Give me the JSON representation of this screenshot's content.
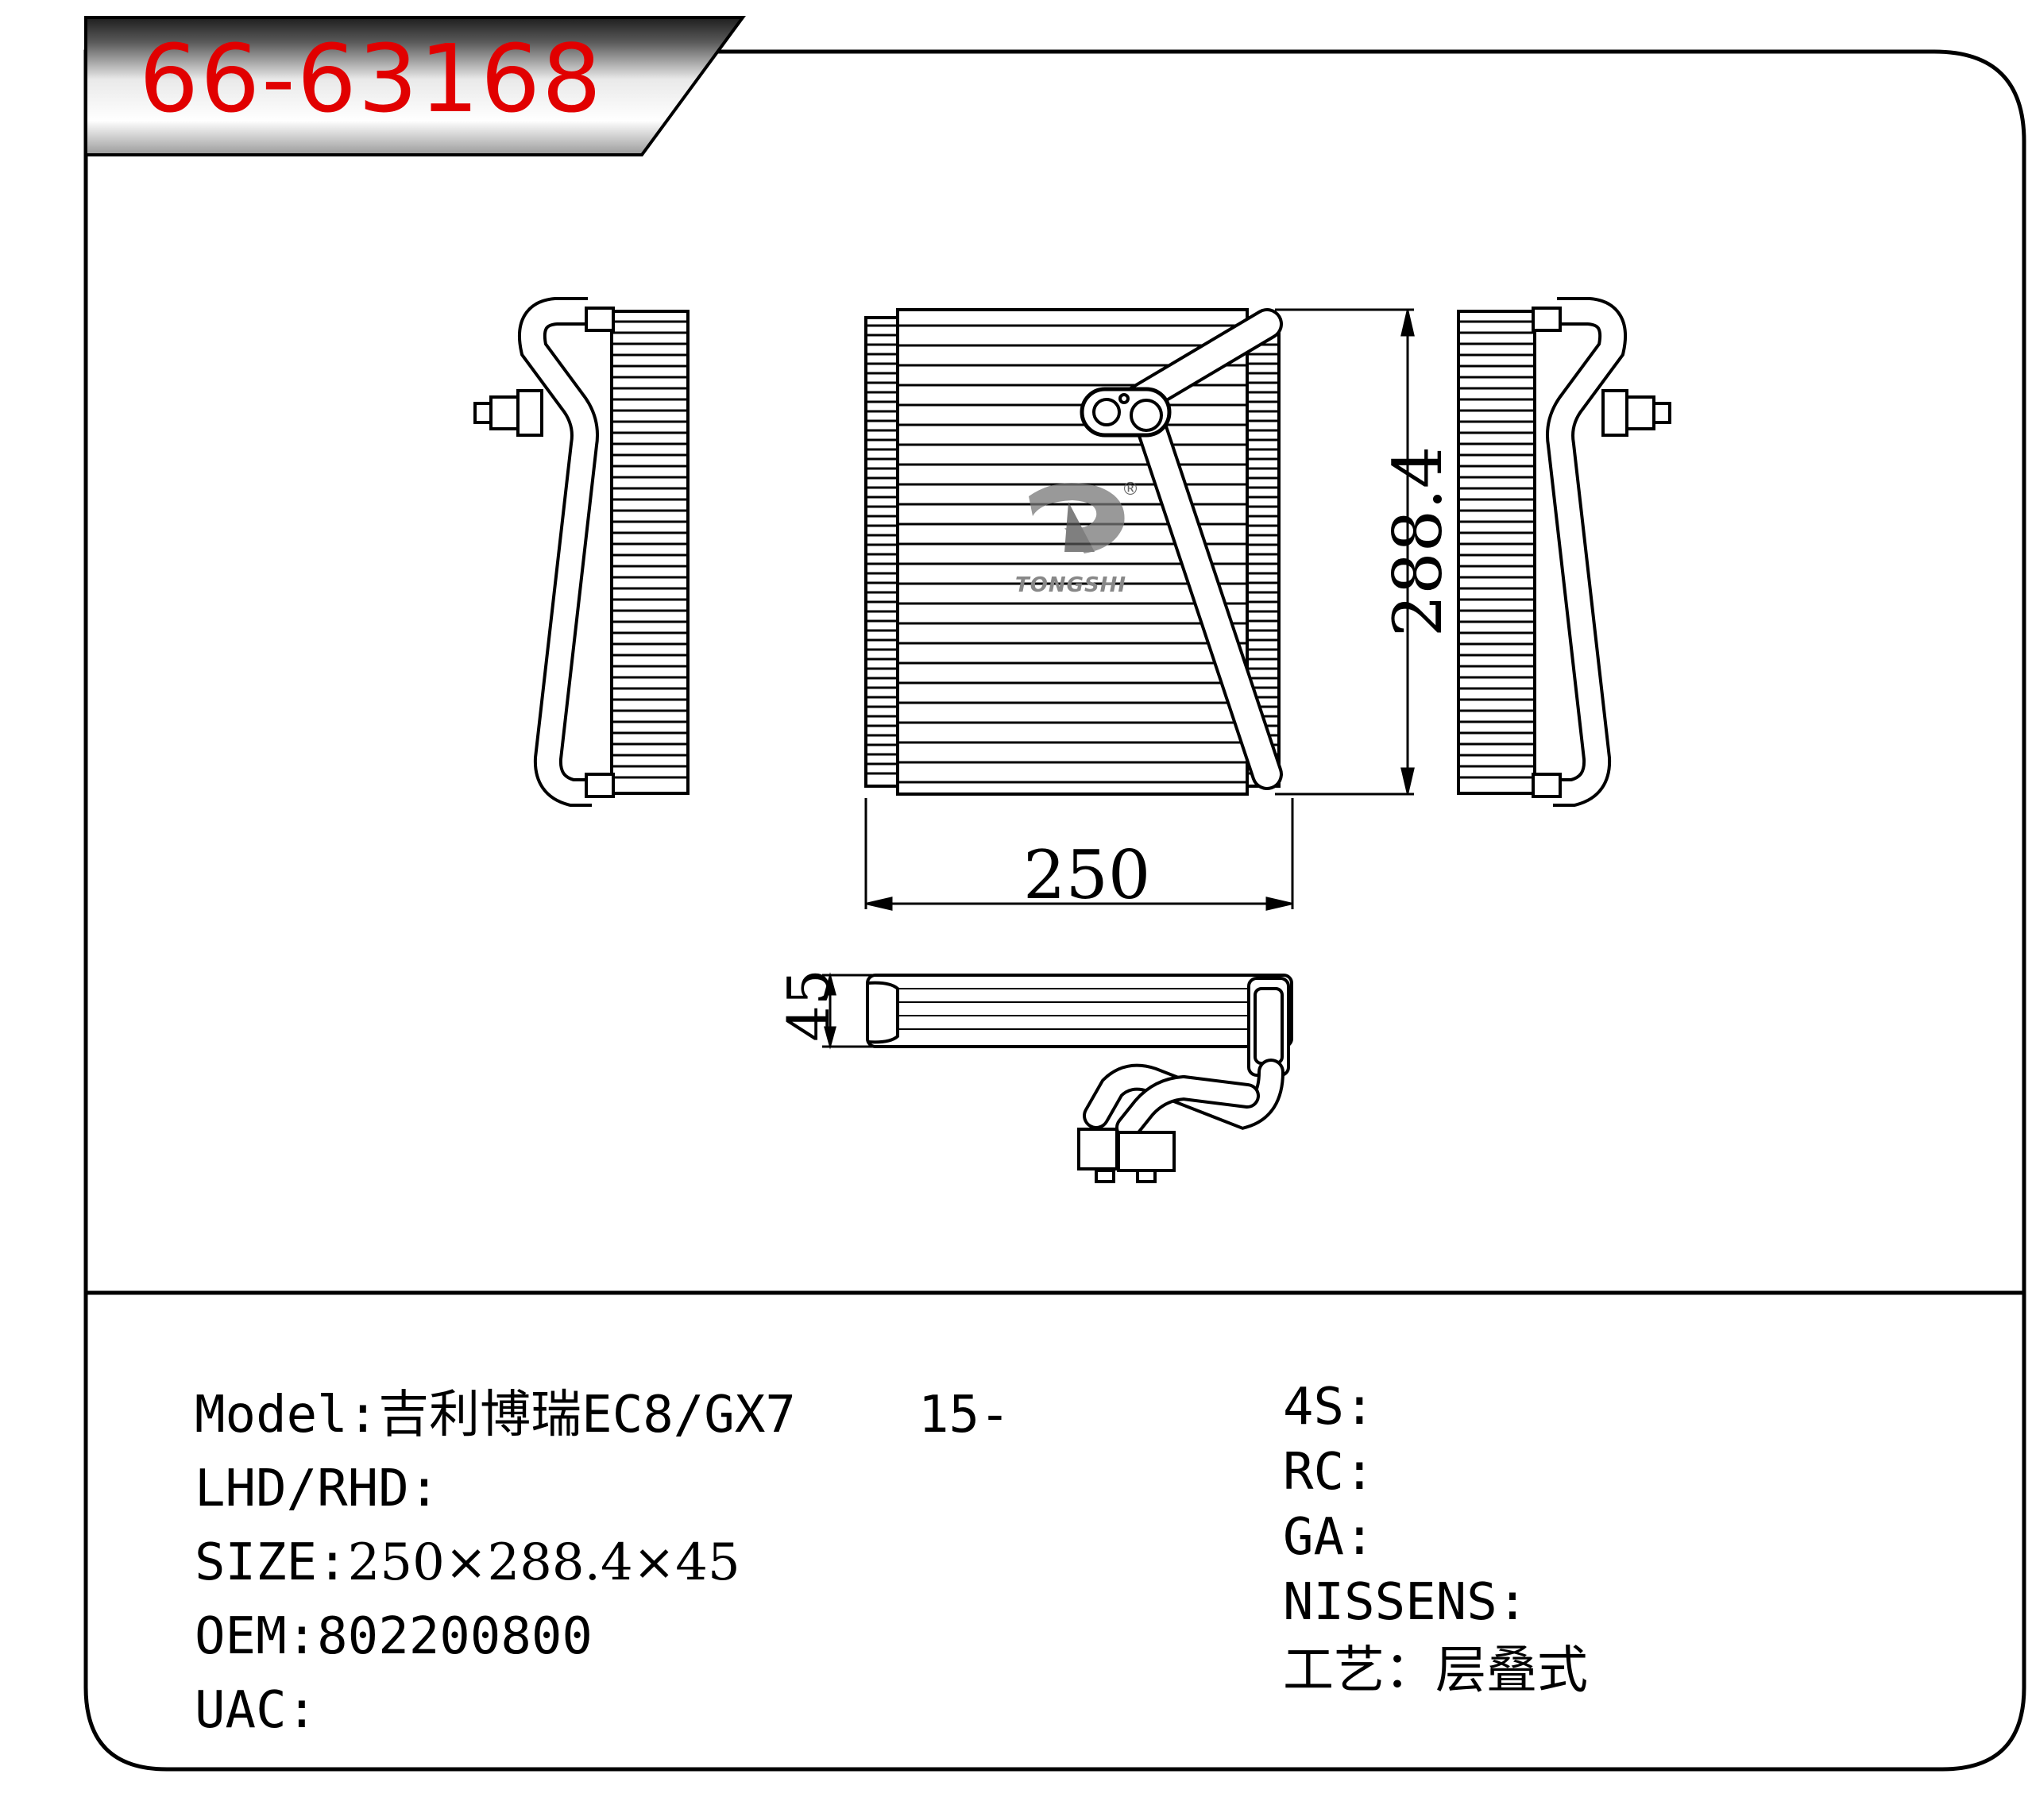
{
  "part_number": "66-63168",
  "dimensions": {
    "height": "288.4",
    "width": "250",
    "depth": "45"
  },
  "logo": {
    "brand_text": "TONGSHI",
    "registered_mark": "®"
  },
  "specs_left": [
    {
      "key": "Model",
      "sep": ":",
      "value": "吉利博瑞EC8/GX7    15-"
    },
    {
      "key": "LHD/RHD",
      "sep": ":",
      "value": ""
    },
    {
      "key": "SIZE",
      "sep": ":",
      "value": "250×288.4×45"
    },
    {
      "key": "OEM",
      "sep": ":",
      "value": "802200800"
    },
    {
      "key": "UAC",
      "sep": ":",
      "value": ""
    }
  ],
  "specs_right": [
    {
      "key": "4S",
      "sep": ":",
      "value": ""
    },
    {
      "key": "RC",
      "sep": ":",
      "value": ""
    },
    {
      "key": "GA",
      "sep": ":",
      "value": ""
    },
    {
      "key": "NISSENS",
      "sep": ":",
      "value": ""
    },
    {
      "key": "工艺",
      "sep": "：",
      "value": "层叠式"
    }
  ],
  "colors": {
    "part_number": "#e10000",
    "banner_dark": "#2a2a2a",
    "banner_light": "#f2f2f2",
    "line": "#000000"
  }
}
